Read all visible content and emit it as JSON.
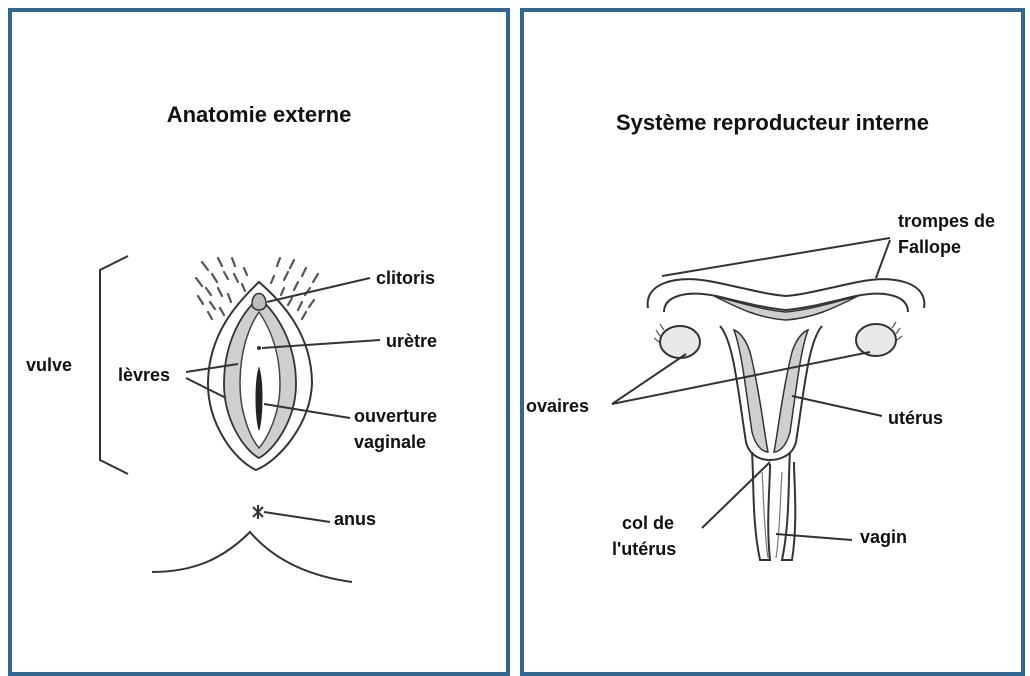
{
  "external": {
    "title": "Anatomie externe",
    "labels": {
      "vulve": "vulve",
      "levres": "lèvres",
      "clitoris": "clitoris",
      "uretre": "urètre",
      "ouverture_1": "ouverture",
      "ouverture_2": "vaginale",
      "anus": "anus"
    }
  },
  "internal": {
    "title": "Système reproducteur interne",
    "labels": {
      "trompes_1": "trompes de",
      "trompes_2": "Fallope",
      "ovaires": "ovaires",
      "uterus": "utérus",
      "col_1": "col de",
      "col_2": "l'utérus",
      "vagin": "vagin"
    }
  },
  "colors": {
    "border": "#2f6694",
    "organ_fill": "#cfcfcf",
    "line": "#333333"
  }
}
